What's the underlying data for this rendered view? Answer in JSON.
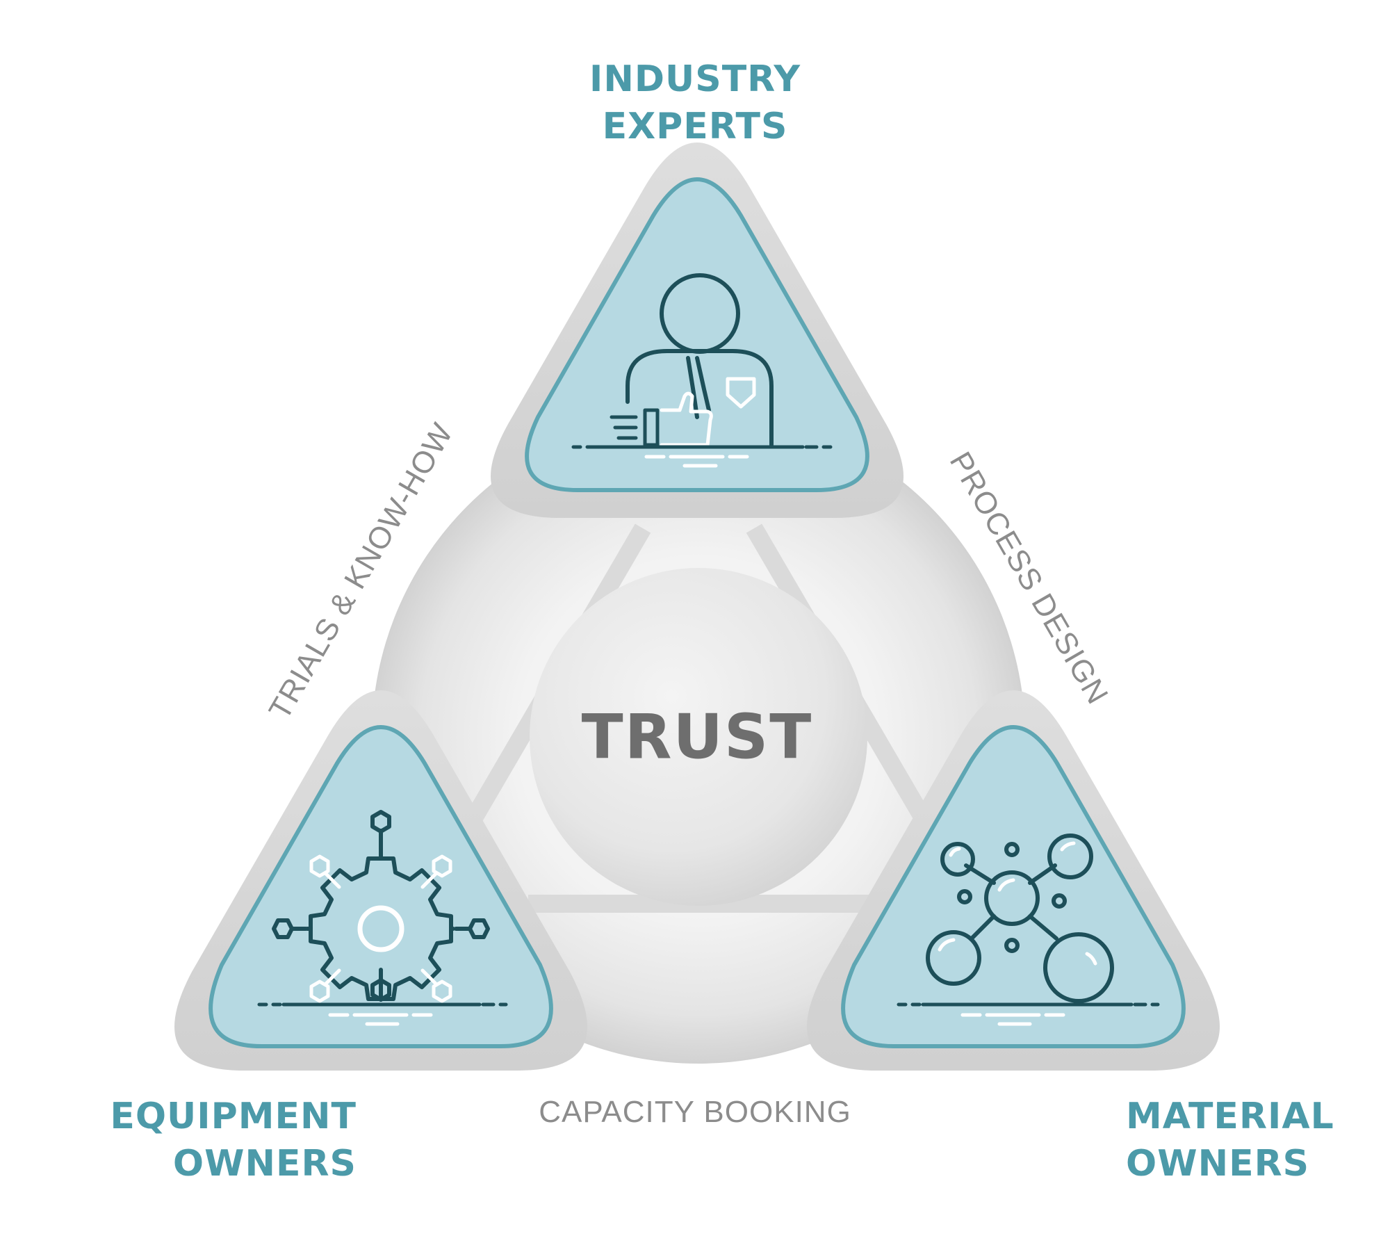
{
  "nodes": {
    "industry_experts": {
      "line1": "INDUSTRY",
      "line2": "EXPERTS",
      "icon": "businessman-thumbs-up-icon"
    },
    "equipment_owners": {
      "line1": "EQUIPMENT",
      "line2": "OWNERS",
      "icon": "gear-network-icon"
    },
    "material_owners": {
      "line1": "MATERIAL",
      "line2": "OWNERS",
      "icon": "molecule-icon"
    }
  },
  "edges": {
    "left": "TRIALS & KNOW-HOW",
    "right": "PROCESS DESIGN",
    "bottom": "CAPACITY BOOKING"
  },
  "center": "TRUST",
  "colors": {
    "accent_text": "#4c9aa9",
    "panel_fill": "#b6d9e2",
    "panel_stroke": "#5ea6b3",
    "icon_dark": "#1d4f59",
    "frame_gray": "#d6d6d6",
    "sphere_gray": "#e8e8e8",
    "edge_text": "#8c8c8c",
    "center_text": "#6e6e6e"
  }
}
